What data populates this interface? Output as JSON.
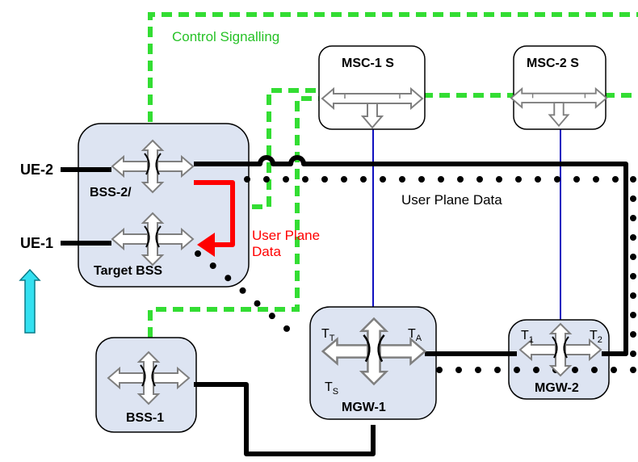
{
  "nodes": {
    "bss2_label": "BSS-2/",
    "target_bss_label": "Target BSS",
    "bss1_label": "BSS-1",
    "msc1_label": "MSC-1 S",
    "msc2_label": "MSC-2 S",
    "mgw1_label": "MGW-1",
    "mgw2_label": "MGW-2"
  },
  "terminals": {
    "mgw1_tt_main": "T",
    "mgw1_tt_sub": "T",
    "mgw1_ta_main": "T",
    "mgw1_ta_sub": "A",
    "mgw1_ts_main": "T",
    "mgw1_ts_sub": "S",
    "mgw2_t1_main": "T",
    "mgw2_t1_sub": "1",
    "mgw2_t2_main": "T",
    "mgw2_t2_sub": "2"
  },
  "endpoints": {
    "ue2": "UE-2",
    "ue1": "UE-1"
  },
  "labels": {
    "control_signalling": "Control Signalling",
    "user_plane_data": "User Plane Data",
    "red_user_plane_line1": "User Plane",
    "red_user_plane_line2": "Data"
  },
  "colors": {
    "control_green": "#33dd33",
    "user_plane_red": "#ff0000",
    "node_fill": "#dde4f2",
    "mobility_arrow": "#33e0f0",
    "signalling_blue": "#1010c0"
  }
}
